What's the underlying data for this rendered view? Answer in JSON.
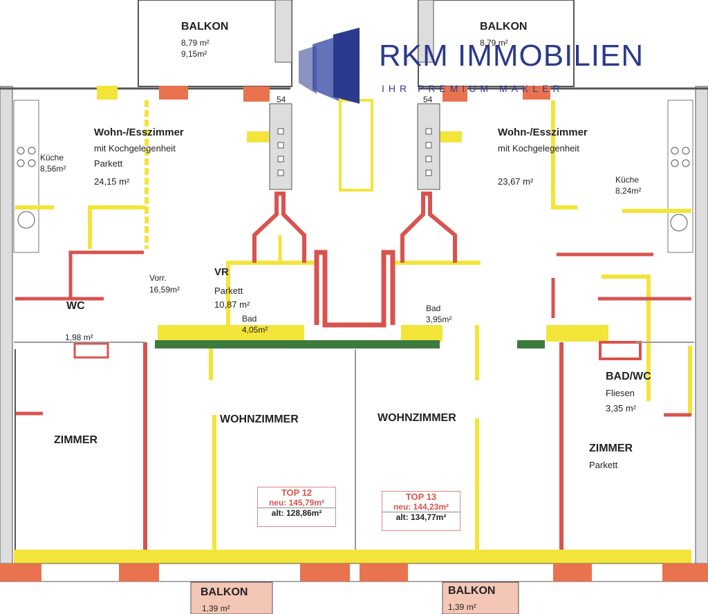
{
  "brand": {
    "name": "RKM IMMOBILIEN",
    "tagline": "IHR PREMIUM MAKLER",
    "color": "#2b3a8c"
  },
  "colors": {
    "wall": "#e9a089",
    "wall_red": "#d9534f",
    "highlight_yellow": "#f3e43a",
    "door_green": "#3d7a3d",
    "line": "#555555"
  },
  "rooms_left": {
    "balkon_top_title": "BALKON",
    "balkon_top_area1": "8,79 m²",
    "balkon_top_area2": "9,15m²",
    "wohn_title": "Wohn-/Esszimmer",
    "wohn_sub": "mit Kochgelegenheit",
    "wohn_floor": "Parkett",
    "wohn_area": "24,15 m²",
    "kueche_title": "Küche",
    "kueche_area": "8,56m²",
    "vorr_title": "Vorr.",
    "vorr_area": "16,59m²",
    "vr_title": "VR",
    "vr_floor": "Parkett",
    "vr_area": "10,87 m²",
    "bad_title": "Bad",
    "bad_area": "4,05m²",
    "wc_title": "WC",
    "wc_area": "1,98 m²",
    "zimmer_title": "ZIMMER",
    "wohnzimmer_title": "WOHNZIMMER",
    "balkon_bottom_title": "BALKON",
    "balkon_bottom_area": "1,39 m²"
  },
  "rooms_right": {
    "balkon_top_title": "BALKON",
    "balkon_top_area": "8,79 m²",
    "wohn_title": "Wohn-/Esszimmer",
    "wohn_sub": "mit Kochgelegenheit",
    "wohn_area": "23,67 m²",
    "kueche_title": "Küche",
    "kueche_area": "8,24m²",
    "bad_title": "Bad",
    "bad_area": "3,95m²",
    "badwc_title": "BAD/WC",
    "badwc_floor": "Fliesen",
    "badwc_area": "3,35 m²",
    "zimmer_title": "ZIMMER",
    "zimmer_floor": "Parkett",
    "wohnzimmer_title": "WOHNZIMMER",
    "balkon_bottom_title": "BALKON",
    "balkon_bottom_area": "1,39 m²"
  },
  "units": [
    {
      "title": "TOP 12",
      "new": "neu: 145,79m²",
      "old": "alt: 128,86m²"
    },
    {
      "title": "TOP 13",
      "new": "neu: 144,23m²",
      "old": "alt: 134,77m²"
    }
  ],
  "dimensions": {
    "shaft_left": "54",
    "shaft_right": "54"
  }
}
